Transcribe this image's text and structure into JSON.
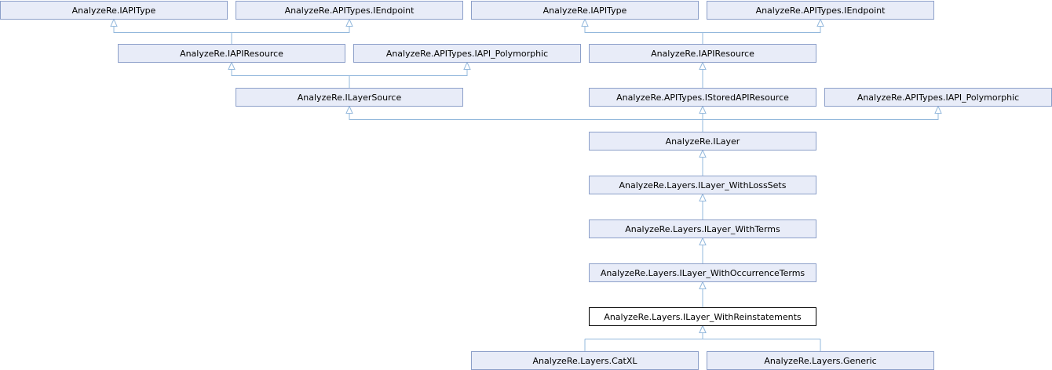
{
  "diagram": {
    "type": "inheritance-graph",
    "colors": {
      "node_fill": "#e8ecf8",
      "node_border": "#8c9fc9",
      "current_fill": "#ffffff",
      "current_border": "#000000",
      "edge": "#93b8dc"
    },
    "nodes": [
      {
        "id": "n0",
        "label": "AnalyzeRe.IAPIType"
      },
      {
        "id": "n1",
        "label": "AnalyzeRe.APITypes.IEndpoint"
      },
      {
        "id": "n2",
        "label": "AnalyzeRe.IAPIType"
      },
      {
        "id": "n3",
        "label": "AnalyzeRe.APITypes.IEndpoint"
      },
      {
        "id": "n4",
        "label": "AnalyzeRe.IAPIResource"
      },
      {
        "id": "n5",
        "label": "AnalyzeRe.APITypes.IAPI_Polymorphic"
      },
      {
        "id": "n6",
        "label": "AnalyzeRe.IAPIResource"
      },
      {
        "id": "n7",
        "label": "AnalyzeRe.ILayerSource"
      },
      {
        "id": "n8",
        "label": "AnalyzeRe.APITypes.IStoredAPIResource"
      },
      {
        "id": "n9",
        "label": "AnalyzeRe.APITypes.IAPI_Polymorphic"
      },
      {
        "id": "n10",
        "label": "AnalyzeRe.ILayer"
      },
      {
        "id": "n11",
        "label": "AnalyzeRe.Layers.ILayer_WithLossSets"
      },
      {
        "id": "n12",
        "label": "AnalyzeRe.Layers.ILayer_WithTerms"
      },
      {
        "id": "n13",
        "label": "AnalyzeRe.Layers.ILayer_WithOccurrenceTerms"
      },
      {
        "id": "n14",
        "label": "AnalyzeRe.Layers.ILayer_WithReinstatements",
        "current": true
      },
      {
        "id": "n15",
        "label": "AnalyzeRe.Layers.CatXL"
      },
      {
        "id": "n16",
        "label": "AnalyzeRe.Layers.Generic"
      }
    ],
    "edges": [
      {
        "from": "n4",
        "to": "n0"
      },
      {
        "from": "n4",
        "to": "n1"
      },
      {
        "from": "n6",
        "to": "n2"
      },
      {
        "from": "n6",
        "to": "n3"
      },
      {
        "from": "n7",
        "to": "n4"
      },
      {
        "from": "n7",
        "to": "n5"
      },
      {
        "from": "n8",
        "to": "n6"
      },
      {
        "from": "n10",
        "to": "n7"
      },
      {
        "from": "n10",
        "to": "n8"
      },
      {
        "from": "n10",
        "to": "n9"
      },
      {
        "from": "n11",
        "to": "n10"
      },
      {
        "from": "n12",
        "to": "n11"
      },
      {
        "from": "n13",
        "to": "n12"
      },
      {
        "from": "n14",
        "to": "n13"
      },
      {
        "from": "n15",
        "to": "n14"
      },
      {
        "from": "n16",
        "to": "n14"
      }
    ]
  }
}
